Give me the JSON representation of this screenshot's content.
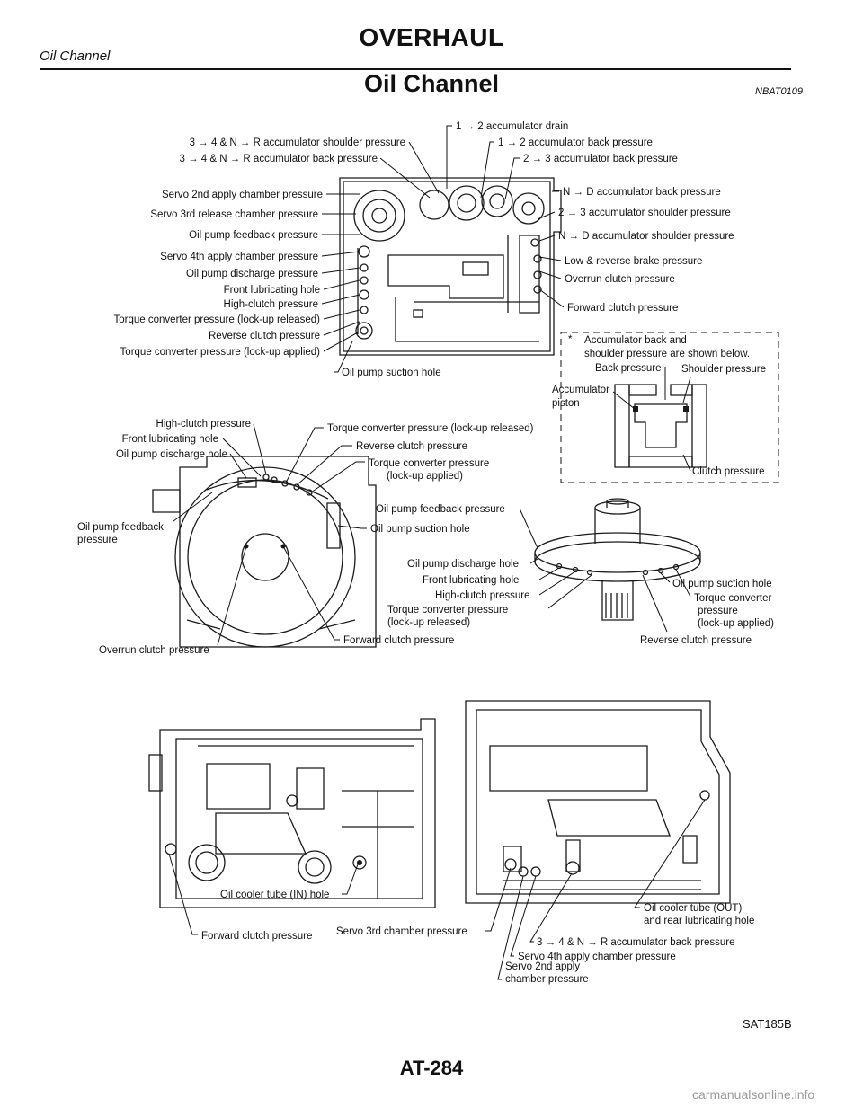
{
  "header": {
    "title": "OVERHAUL",
    "subtitle": "Oil Channel"
  },
  "section": {
    "title": "Oil Channel",
    "code": "NBAT0109"
  },
  "figure_code": "SAT185B",
  "page_number": "AT-284",
  "watermark": "carmanualsonline.info",
  "valve_body_labels": {
    "left": [
      "3 → 4 & N → R accumulator shoulder pressure",
      "3 → 4 & N → R accumulator back pressure",
      "Servo 2nd apply chamber pressure",
      "Servo 3rd release chamber pressure",
      "Oil pump feedback pressure",
      "Servo 4th apply chamber pressure",
      "Oil pump discharge pressure",
      "Front lubricating hole",
      "High-clutch pressure",
      "Torque converter pressure (lock-up released)",
      "Reverse clutch pressure",
      "Torque converter pressure (lock-up applied)"
    ],
    "top": "1 → 2 accumulator drain",
    "right": [
      "1 → 2 accumulator back pressure",
      "2 → 3 accumulator back pressure",
      "N → D accumulator back pressure",
      "2 → 3 accumulator shoulder pressure",
      "N → D accumulator shoulder pressure",
      "Low & reverse brake pressure",
      "Overrun clutch pressure",
      "Forward clutch pressure"
    ],
    "bottom": "Oil pump suction hole"
  },
  "accumulator_note": {
    "asterisk": "*",
    "line1": "Accumulator back and",
    "line2": "shoulder pressure are shown below.",
    "back": "Back pressure",
    "shoulder": "Shoulder pressure",
    "piston1": "Accumulator",
    "piston2": "piston",
    "clutch": "Clutch pressure"
  },
  "case_front_labels": {
    "left": [
      "High-clutch pressure",
      "Front lubricating hole",
      "Oil pump discharge hole"
    ],
    "feedback1": "Oil pump feedback",
    "feedback2": "pressure",
    "top_right": [
      "Torque converter pressure (lock-up released)",
      "Reverse clutch pressure"
    ],
    "tc_applied1": "Torque converter pressure",
    "tc_applied2": "(lock-up applied)",
    "suction": "Oil pump suction hole",
    "overrun": "Overrun clutch pressure",
    "forward": "Forward clutch pressure"
  },
  "pump_labels": {
    "feedback": "Oil pump feedback pressure",
    "discharge": "Oil pump discharge hole",
    "front_lub": "Front lubricating hole",
    "high_clutch": "High-clutch pressure",
    "tc_released1": "Torque converter pressure",
    "tc_released2": "(lock-up released)",
    "suction": "Oil pump suction hole",
    "tc_applied1": "Torque converter",
    "tc_applied2": "pressure",
    "tc_applied3": "(lock-up applied)",
    "reverse": "Reverse clutch pressure"
  },
  "case_side_labels": {
    "oil_cooler_in": "Oil cooler tube (IN) hole",
    "forward": "Forward clutch pressure",
    "servo3": "Servo 3rd chamber pressure",
    "oil_cooler_out1": "Oil cooler tube (OUT)",
    "oil_cooler_out2": "and rear lubricating hole",
    "accum_back": "3 → 4 & N → R accumulator back pressure",
    "servo4": "Servo 4th apply chamber pressure",
    "servo2_1": "Servo 2nd apply",
    "servo2_2": "chamber pressure"
  }
}
